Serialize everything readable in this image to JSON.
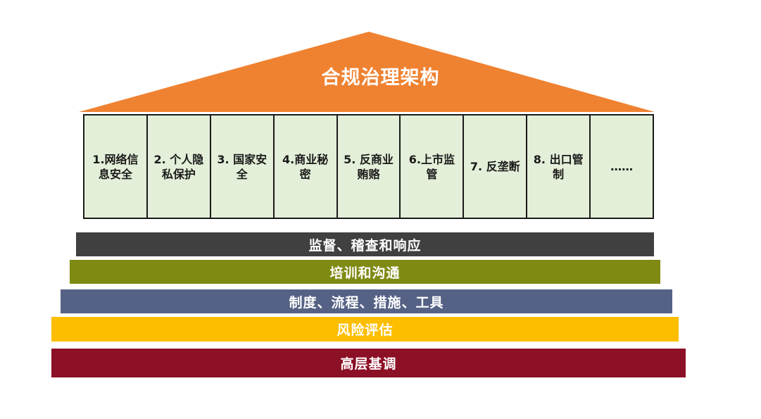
{
  "roof": {
    "title": "合规治理架构",
    "color": "#ef8231"
  },
  "pillars": [
    {
      "label": "1.网络信息安全"
    },
    {
      "label": "2. 个人隐私保护"
    },
    {
      "label": "3. 国家安全"
    },
    {
      "label": "4.商业秘密"
    },
    {
      "label": "5. 反商业贿赂"
    },
    {
      "label": "6.上市监管"
    },
    {
      "label": "7. 反垄断"
    },
    {
      "label": "8. 出口管制"
    },
    {
      "label": "……"
    }
  ],
  "pillar_color": "#e3efd8",
  "layers": [
    {
      "label": "监督、稽查和响应",
      "color": "#404040"
    },
    {
      "label": "培训和沟通",
      "color": "#7f8a13"
    },
    {
      "label": "制度、流程、措施、工具",
      "color": "#556285"
    },
    {
      "label": "风险评估",
      "color": "#fdbe00"
    },
    {
      "label": "高层基调",
      "color": "#8c1026"
    }
  ]
}
